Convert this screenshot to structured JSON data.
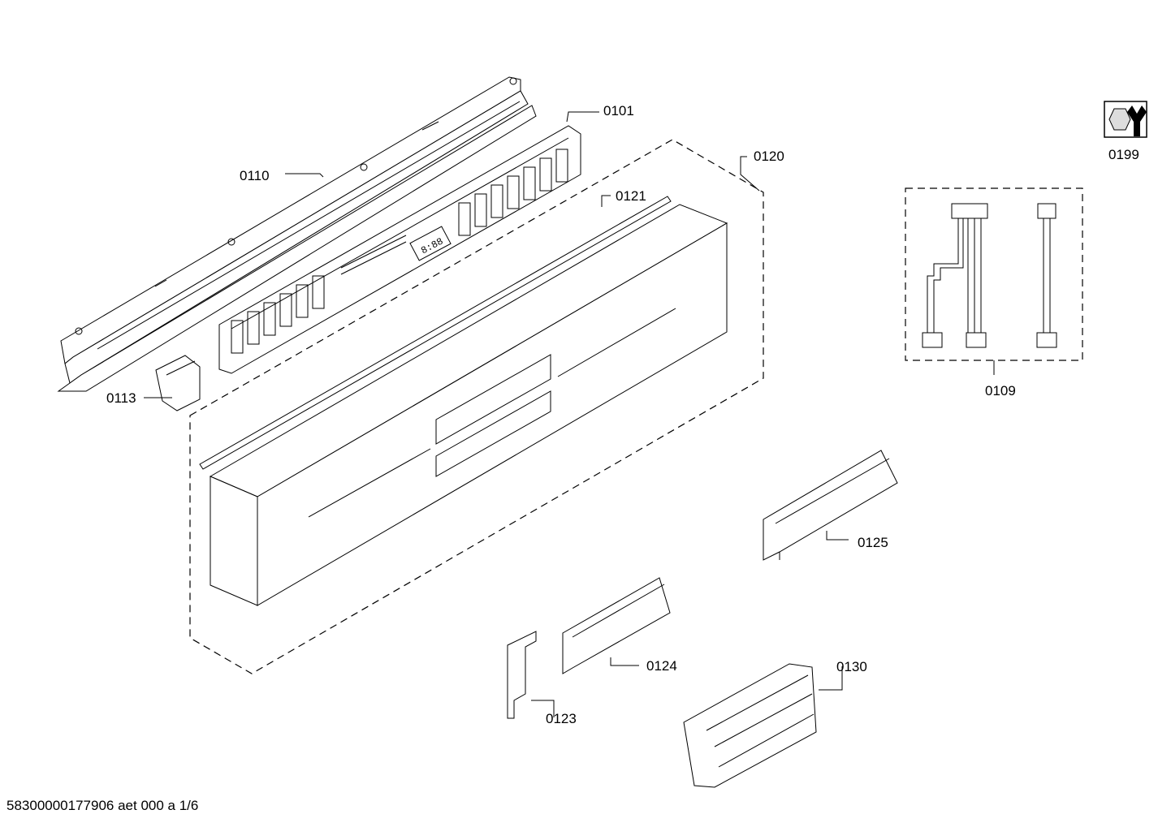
{
  "diagram": {
    "parts": [
      {
        "id": "p0110",
        "label": "0110"
      },
      {
        "id": "p0101",
        "label": "0101"
      },
      {
        "id": "p0120",
        "label": "0120"
      },
      {
        "id": "p0121",
        "label": "0121"
      },
      {
        "id": "p0113",
        "label": "0113"
      },
      {
        "id": "p0199",
        "label": "0199"
      },
      {
        "id": "p0109",
        "label": "0109"
      },
      {
        "id": "p0125",
        "label": "0125"
      },
      {
        "id": "p0124",
        "label": "0124"
      },
      {
        "id": "p0123",
        "label": "0123"
      },
      {
        "id": "p0130",
        "label": "0130"
      }
    ],
    "display_text": "8:88"
  },
  "footer": {
    "text": "58300000177906 aet 000 a 1/6"
  }
}
